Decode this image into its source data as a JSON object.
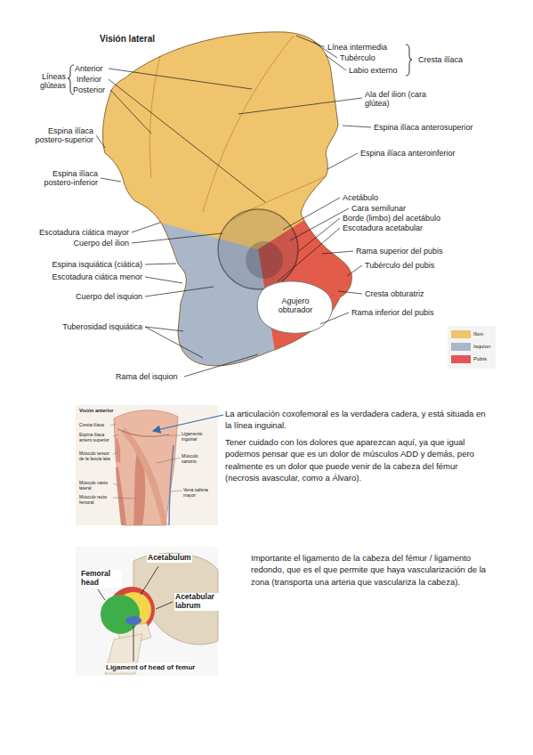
{
  "diagram": {
    "title": "Visión lateral",
    "labels": [
      "Línea intermedia",
      "Tubérculo",
      "Labio externo",
      "Cresta ilíaca",
      "Ala del ilion (cara glútea)",
      "Espina ilíaca anterosuperior",
      "Espina ilíaca anteroinferior",
      "Acetábulo",
      "Cara semilunar",
      "Borde (limbo) del acetábulo",
      "Escotadura acetabular",
      "Rama superior del pubis",
      "Tubérculo del pubis",
      "Cresta obturatriz",
      "Rama inferior del pubis",
      "Agujero obturador",
      "Líneas glúteas",
      "Anterior",
      "Inferior",
      "Posterior",
      "Espina ilíaca postero-superior",
      "Espina ilíaca postero-inferior",
      "Escotadura ciática mayor",
      "Cuerpo del ilion",
      "Espina isquiática (ciática)",
      "Escotadura ciática menor",
      "Cuerpo del isquion",
      "Tuberosidad isquiática",
      "Rama del isquion",
      "Visión anterior",
      "Cresta ilíaca",
      "Espina ilíaca antero superior",
      "Músculo tensor de la fascia lata",
      "Músculo vasto lateral",
      "Músculo recto femoral",
      "Ligamento inguinal",
      "Músculo sartorio",
      "Vena safena mayor",
      "La articulación coxofemoral es la verdadera cadera, y está situada en la línea inguinal.",
      "Tener cuidado con los dolores que aparezcan aquí, ya que igual podemos pensar que es un dolor de músculos ADD y demás, pero realmente es un dolor que puede venir de la cabeza del fémur (necrosis avascular, como a Álvaro).",
      "Femoral head",
      "Acetabulum",
      "Acetabular labrum",
      "Ligament of head of femur",
      "Importante el ligamento de la cabeza del fémur / ligamento redondo, que es el que permite que haya vascularización de la zona (transporta una arteria que vasculariza la cabeza)."
    ],
    "legend": [
      {
        "text": "Ilion",
        "color": "#efc46c"
      },
      {
        "text": "Isquion",
        "color": "#a9b7c8"
      },
      {
        "text": "Pubis",
        "color": "#e2545a"
      }
    ]
  }
}
